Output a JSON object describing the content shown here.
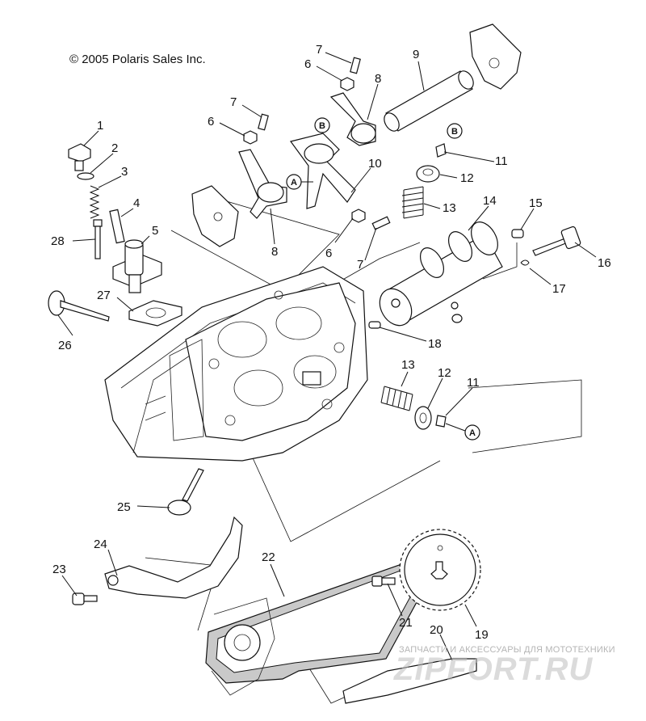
{
  "diagram": {
    "copyright": "© 2005 Polaris Sales Inc.",
    "watermark": {
      "caption": "ЗАПЧАСТИ И АКСЕССУАРЫ ДЛЯ МОТОТЕХНИКИ",
      "site": "ZIPFORT.RU"
    },
    "callouts": [
      {
        "id": "c1",
        "label": "1"
      },
      {
        "id": "c2",
        "label": "2"
      },
      {
        "id": "c3",
        "label": "3"
      },
      {
        "id": "c4",
        "label": "4"
      },
      {
        "id": "c5",
        "label": "5"
      },
      {
        "id": "c6a",
        "label": "6"
      },
      {
        "id": "c6b",
        "label": "6"
      },
      {
        "id": "c6c",
        "label": "6"
      },
      {
        "id": "c7a",
        "label": "7"
      },
      {
        "id": "c7b",
        "label": "7"
      },
      {
        "id": "c7c",
        "label": "7"
      },
      {
        "id": "c8a",
        "label": "8"
      },
      {
        "id": "c8b",
        "label": "8"
      },
      {
        "id": "c9",
        "label": "9"
      },
      {
        "id": "c10",
        "label": "10"
      },
      {
        "id": "c11a",
        "label": "11"
      },
      {
        "id": "c11b",
        "label": "11"
      },
      {
        "id": "c12a",
        "label": "12"
      },
      {
        "id": "c12b",
        "label": "12"
      },
      {
        "id": "c13a",
        "label": "13"
      },
      {
        "id": "c13b",
        "label": "13"
      },
      {
        "id": "c14",
        "label": "14"
      },
      {
        "id": "c15",
        "label": "15"
      },
      {
        "id": "c16",
        "label": "16"
      },
      {
        "id": "c17",
        "label": "17"
      },
      {
        "id": "c18",
        "label": "18"
      },
      {
        "id": "c19",
        "label": "19"
      },
      {
        "id": "c20",
        "label": "20"
      },
      {
        "id": "c21",
        "label": "21"
      },
      {
        "id": "c22",
        "label": "22"
      },
      {
        "id": "c23",
        "label": "23"
      },
      {
        "id": "c24",
        "label": "24"
      },
      {
        "id": "c25",
        "label": "25"
      },
      {
        "id": "c26",
        "label": "26"
      },
      {
        "id": "c27",
        "label": "27"
      },
      {
        "id": "c28",
        "label": "28"
      }
    ],
    "reference_markers": [
      {
        "id": "r1",
        "label": "A"
      },
      {
        "id": "r2",
        "label": "B"
      },
      {
        "id": "r3",
        "label": "B"
      },
      {
        "id": "r4",
        "label": "A"
      }
    ]
  }
}
